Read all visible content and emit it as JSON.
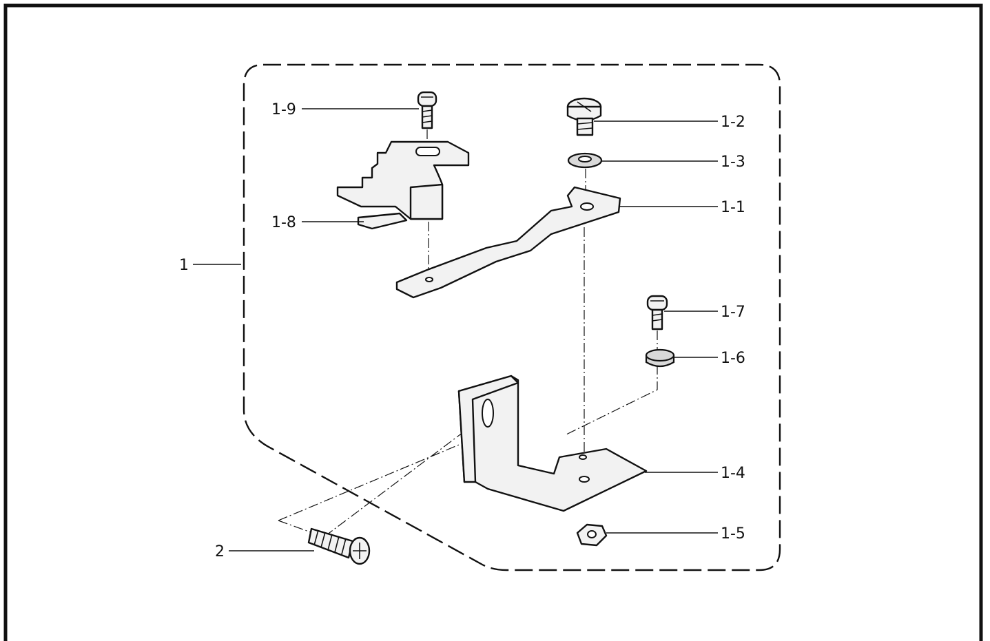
{
  "callouts": {
    "assembly": "1",
    "screw_2": "2",
    "part_1_1": "1-1",
    "part_1_2": "1-2",
    "part_1_3": "1-3",
    "part_1_4": "1-4",
    "part_1_5": "1-5",
    "part_1_6": "1-6",
    "part_1_7": "1-7",
    "part_1_8": "1-8",
    "part_1_9": "1-9"
  }
}
